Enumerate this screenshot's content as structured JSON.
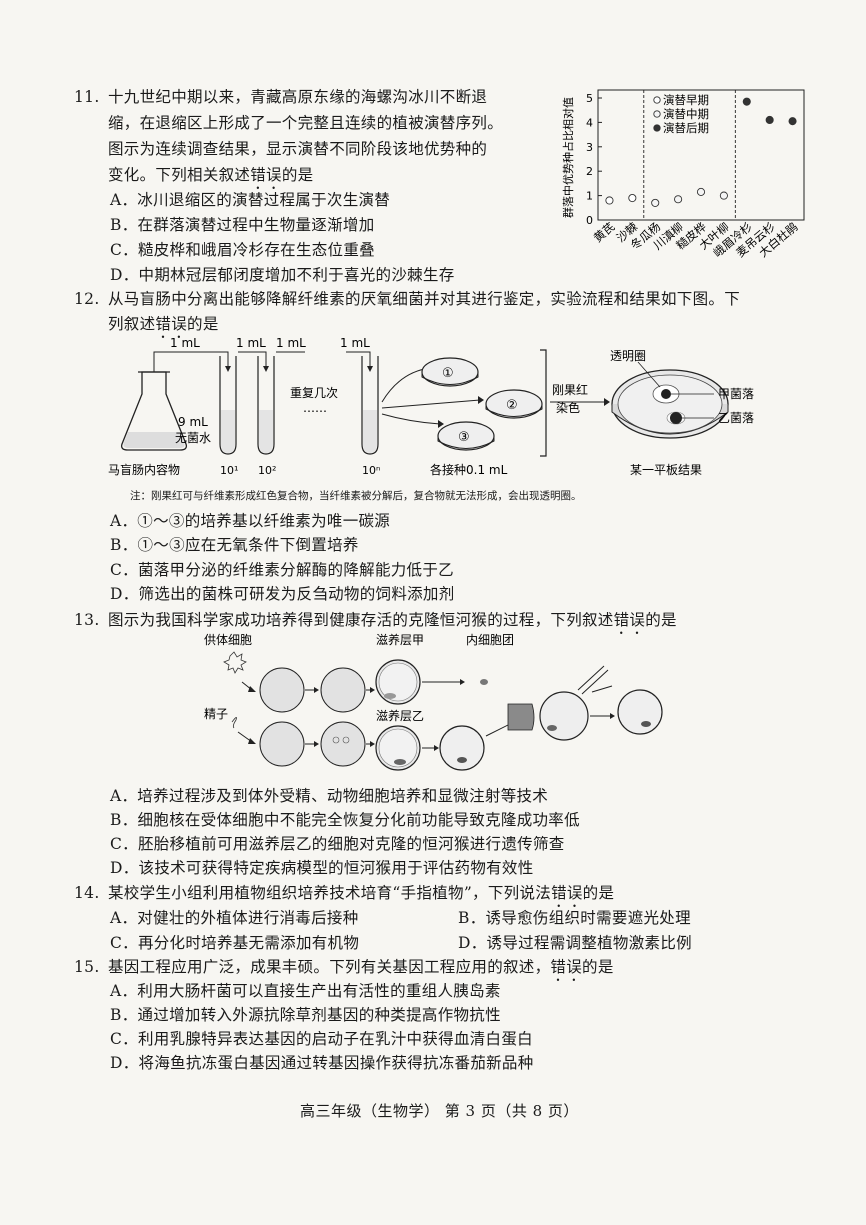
{
  "q11": {
    "number": "11.",
    "lines": [
      "十九世纪中期以来，青藏高原东缘的海螺沟冰川不断退",
      "缩，在退缩区上形成了一个完整且连续的植被演替序列。",
      "图示为连续调查结果，显示演替不同阶段该地优势种的",
      "变化。下列相关叙述错误的是"
    ],
    "options": [
      "A．冰川退缩区的演替过程属于次生演替",
      "B．在群落演替过程中生物量逐渐增加",
      "C．糙皮桦和峨眉冷杉存在生态位重叠",
      "D．中期林冠层郁闭度增加不利于喜光的沙棘生存"
    ]
  },
  "chart_data": {
    "type": "scatter",
    "ylabel": "群落中优势种占比相对值",
    "ylim": [
      0,
      5
    ],
    "yticks": [
      "0",
      "1",
      "2",
      "3",
      "4",
      "5"
    ],
    "categories": [
      "黄芪",
      "沙棘",
      "冬瓜杨",
      "川滇柳",
      "糙皮桦",
      "大叶柳",
      "峨眉冷杉",
      "麦吊云杉",
      "大白杜鹃"
    ],
    "series": [
      {
        "name": "演替早期",
        "marker": "open",
        "values": [
          0.8,
          0.9
        ]
      },
      {
        "name": "演替中期",
        "marker": "light",
        "values": [
          0.7,
          0.85,
          1.15,
          1.0
        ]
      },
      {
        "name": "演替后期",
        "marker": "filled",
        "values": [
          4.85,
          4.1,
          4.05
        ]
      }
    ]
  },
  "q12": {
    "number": "12.",
    "lines": [
      "从马盲肠中分离出能够降解纤维素的厌氧细菌并对其进行鉴定，实验流程和结果如下图。下",
      "列叙述错误的是"
    ],
    "diagram": {
      "vol1": "1 mL",
      "vol2": "1 mL",
      "vol3": "1 mL",
      "vol4": "1 mL",
      "water1": "9 mL",
      "water2": "无菌水",
      "repeat1": "重复几次",
      "repeat2": "……",
      "flask": "马盲肠内容物",
      "tube1": "10¹",
      "tube2": "10²",
      "tube3": "10ⁿ",
      "plate1": "①",
      "plate2": "②",
      "plate3": "③",
      "inoculate": "各接种0.1 mL",
      "stain1": "刚果红",
      "stain2": "染色",
      "halo": "透明圈",
      "colonyA": "甲菌落",
      "colonyB": "乙菌落",
      "result": "某一平板结果"
    },
    "note": "注：刚果红可与纤维素形成红色复合物，当纤维素被分解后，复合物就无法形成，会出现透明圈。",
    "options": [
      "A．①～③的培养基以纤维素为唯一碳源",
      "B．①～③应在无氧条件下倒置培养",
      "C．菌落甲分泌的纤维素分解酶的降解能力低于乙",
      "D．筛选出的菌株可研发为反刍动物的饲料添加剂"
    ]
  },
  "q13": {
    "number": "13.",
    "line": "图示为我国科学家成功培养得到健康存活的克隆恒河猴的过程，下列叙述错误的是",
    "diagram": {
      "donor": "供体细胞",
      "sperm": "精子",
      "layerA": "滋养层甲",
      "layerB": "滋养层乙",
      "icm": "内细胞团"
    },
    "options": [
      "A．培养过程涉及到体外受精、动物细胞培养和显微注射等技术",
      "B．细胞核在受体细胞中不能完全恢复分化前功能导致克隆成功率低",
      "C．胚胎移植前可用滋养层乙的细胞对克隆的恒河猴进行遗传筛查",
      "D．该技术可获得特定疾病模型的恒河猴用于评估药物有效性"
    ]
  },
  "q14": {
    "number": "14.",
    "line": "某校学生小组利用植物组织培养技术培育“手指植物”，下列说法错误的是",
    "options": [
      "A．对健壮的外植体进行消毒后接种",
      "B．诱导愈伤组织时需要遮光处理",
      "C．再分化时培养基无需添加有机物",
      "D．诱导过程需调整植物激素比例"
    ]
  },
  "q15": {
    "number": "15.",
    "line": "基因工程应用广泛，成果丰硕。下列有关基因工程应用的叙述，错误的是",
    "options": [
      "A．利用大肠杆菌可以直接生产出有活性的重组人胰岛素",
      "B．通过增加转入外源抗除草剂基因的种类提高作物抗性",
      "C．利用乳腺特异表达基因的启动子在乳汁中获得血清白蛋白",
      "D．将海鱼抗冻蛋白基因通过转基因操作获得抗冻番茄新品种"
    ]
  },
  "footer": "高三年级（生物学）  第 3 页（共 8 页）"
}
